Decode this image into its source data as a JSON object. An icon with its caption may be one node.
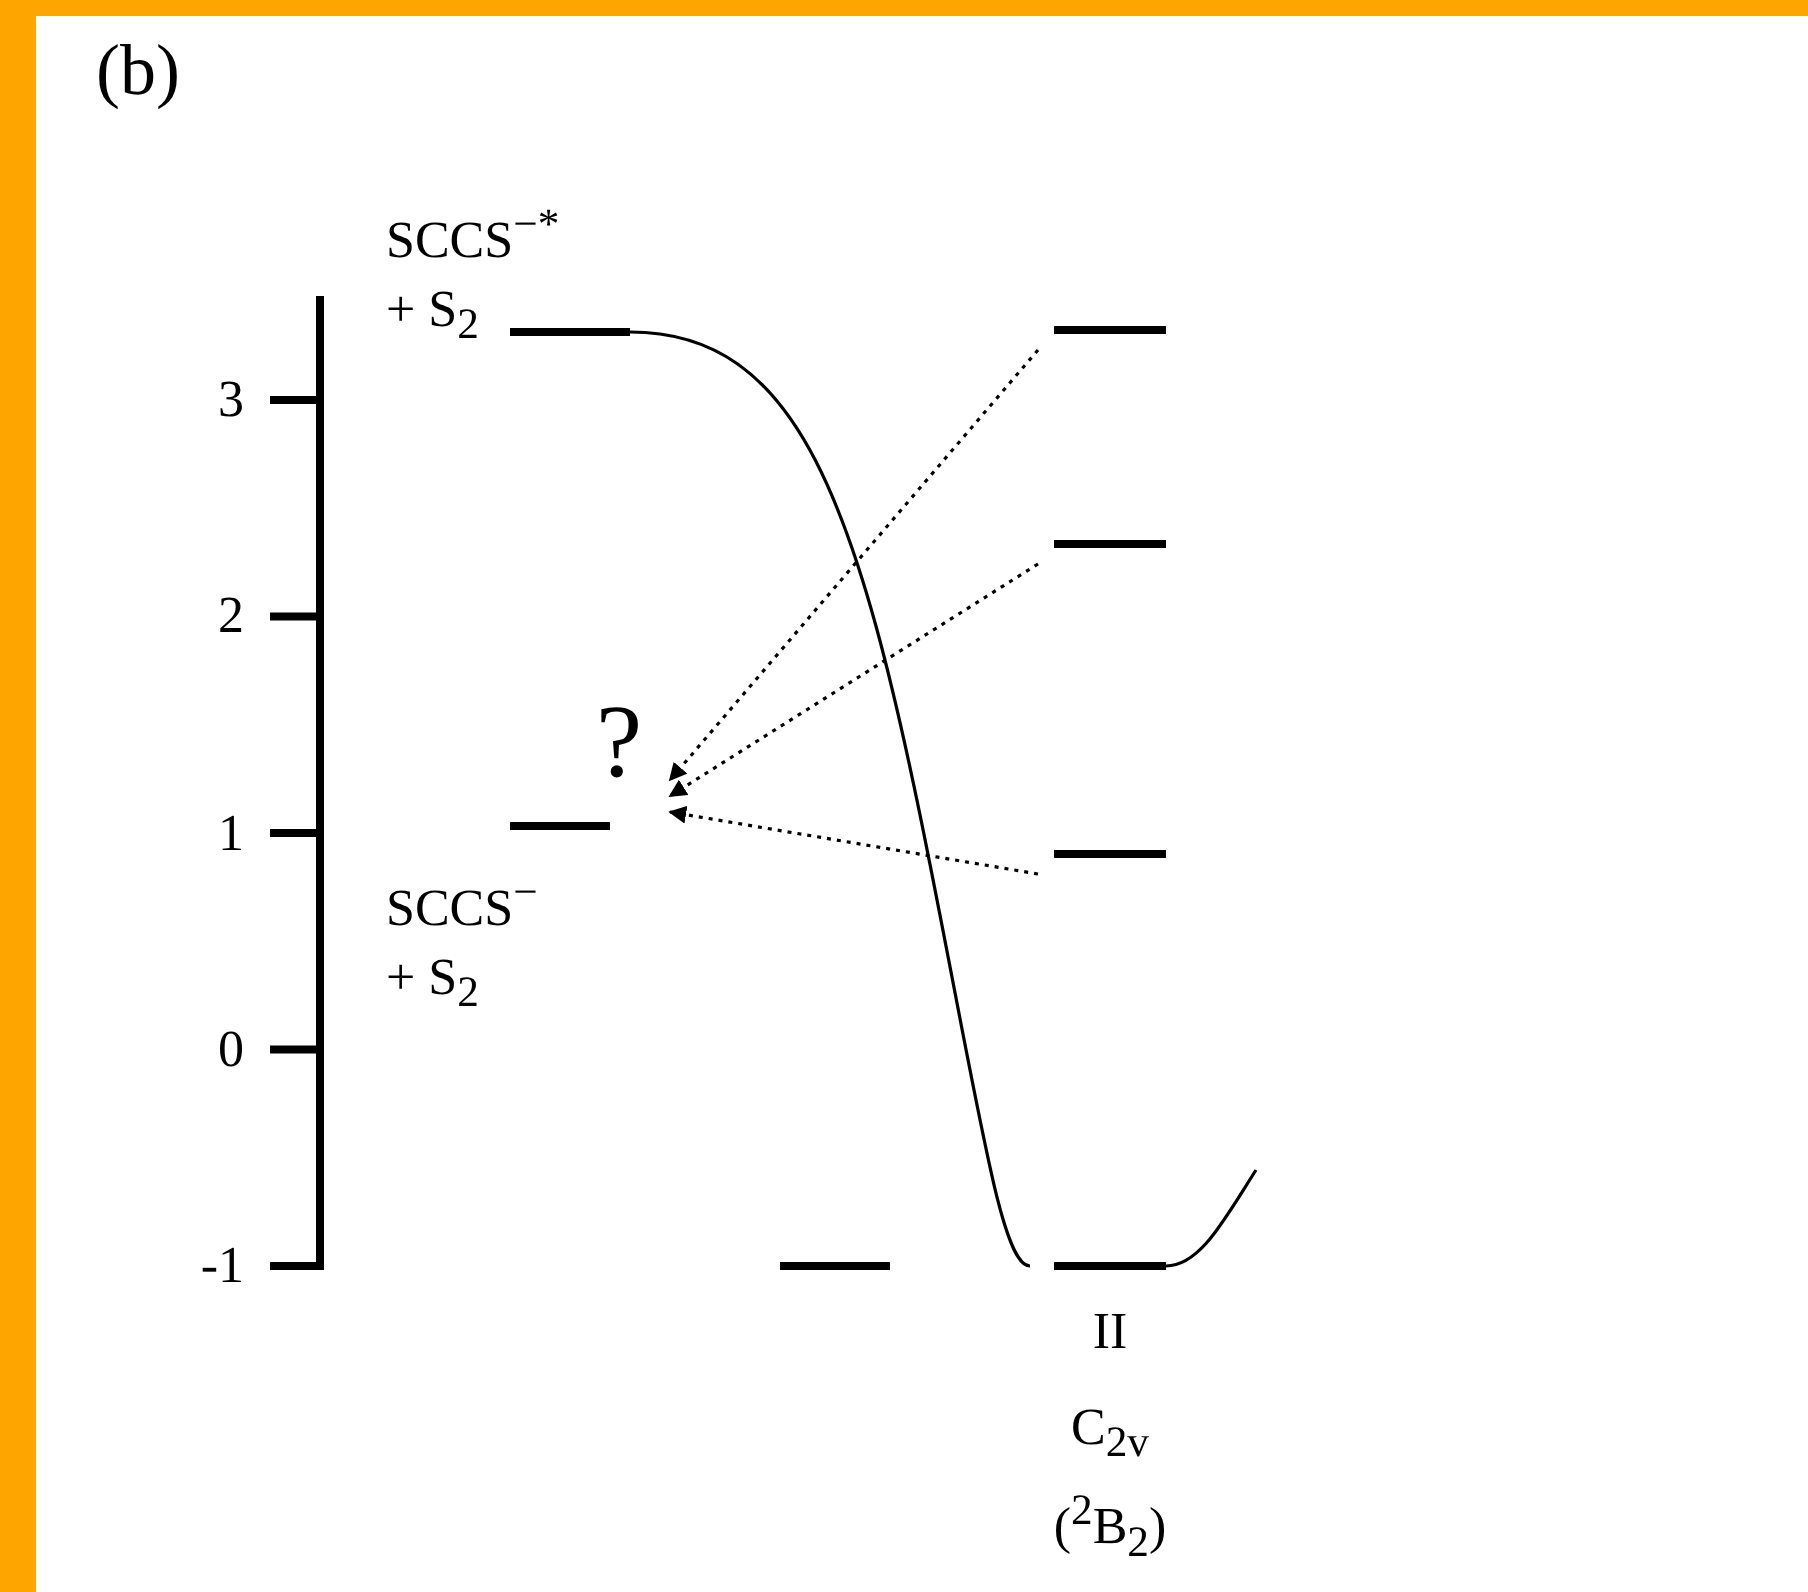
{
  "diagram": {
    "nodes": [
      {
        "text": [
          "SCCS$^{−*}$ + S$_{2}$"
        ]
      },
      {
        "text": [],
        "shape": "bar"
      },
      {
        "text": [],
        "shape": "bar"
      },
      {
        "text": [
          "?"
        ]
      },
      {
        "text": [
          "SCCS$^{−}$ + S$_{2}$"
        ]
      },
      {
        "text": [],
        "shape": "bar"
      },
      {
        "text": [],
        "shape": "bar"
      },
      {
        "text": [
          "II",
          "C$_{2v}$ ($^{2}$B$_{2}$)"
        ]
      }
    ],
    "edges": [
      {
        "from": 1,
        "to": 3,
        "arrow": "to",
        "style": "dashed"
      },
      {
        "from": 2,
        "to": 3,
        "arrow": "to",
        "style": "dashed"
      },
      {
        "from": 5,
        "to": 3,
        "arrow": "to",
        "style": "dashed"
      },
      {
        "from": 0,
        "to": 7,
        "arrow": "none"
      }
    ],
    "labels": [
      "(b)",
      "3",
      "2",
      "1",
      "0",
      "-1"
    ]
  }
}
